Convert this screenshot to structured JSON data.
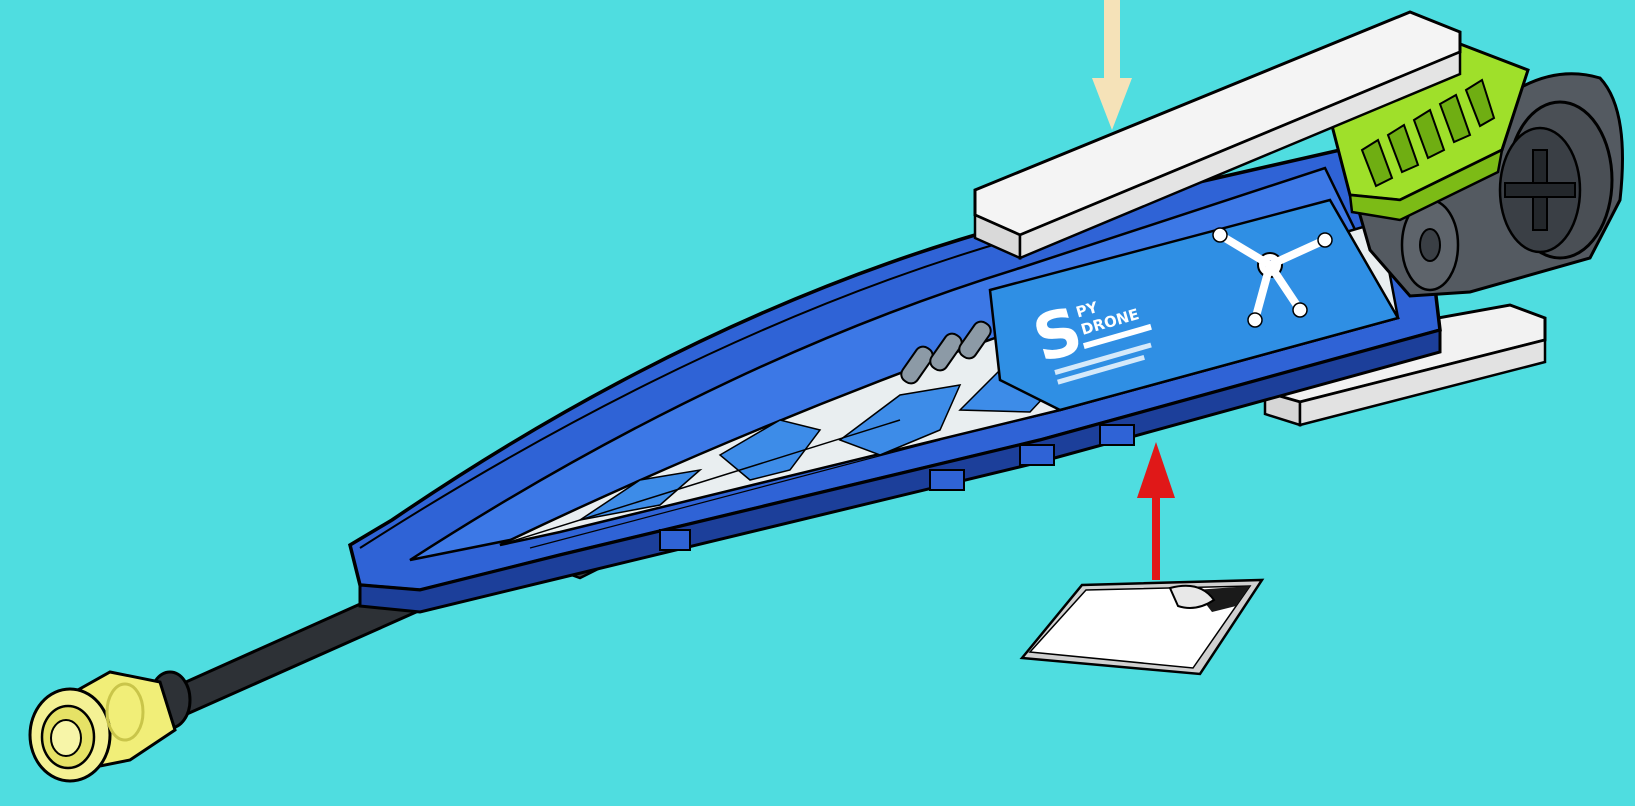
{
  "colors": {
    "background": "#4fdde0",
    "main_body_blue": "#2f63d6",
    "dark_blue": "#1c3f9a",
    "light_blue": "#3d8ce8",
    "white_plate": "#f2f2f2",
    "lime_green": "#9fe02a",
    "dark_gray": "#4a4f55",
    "yellow_trans": "#f2f07a",
    "arrow_red": "#e01818",
    "arrow_cream": "#f5e2b8",
    "outline": "#000000"
  },
  "sticker": {
    "big_letter": "S",
    "line1": "PY",
    "line2": "DRONE"
  },
  "icons": {
    "press_arrow": "down-arrow-icon",
    "apply_arrow": "up-arrow-icon",
    "sticker_sheet": "sticker-icon"
  }
}
